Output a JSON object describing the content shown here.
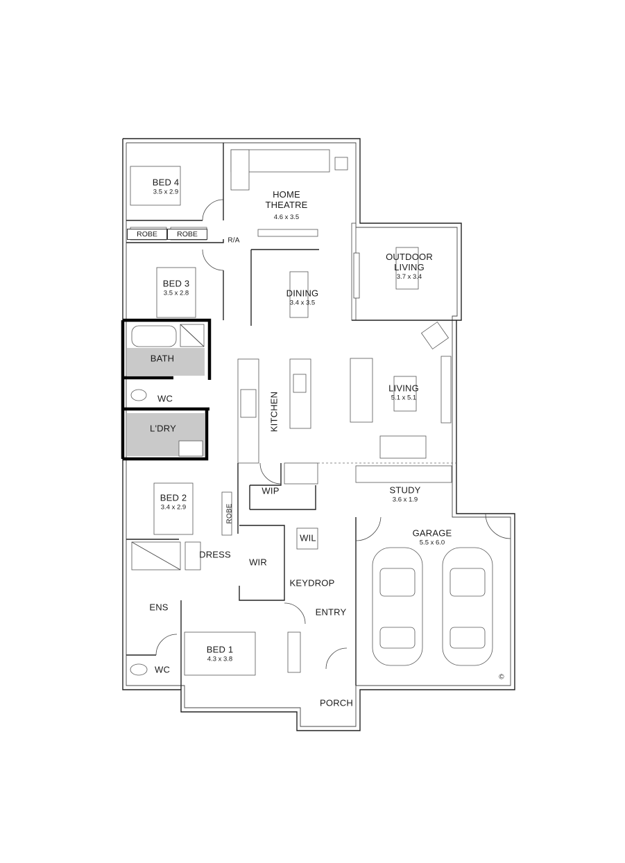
{
  "rooms": {
    "bed4": {
      "name": "BED 4",
      "dims": "3.5 x 2.9"
    },
    "robe1": {
      "name": "ROBE"
    },
    "robe2": {
      "name": "ROBE"
    },
    "ra": {
      "name": "R/A"
    },
    "home_theatre": {
      "name_line1": "HOME",
      "name_line2": "THEATRE",
      "dims": "4.6 x 3.5"
    },
    "outdoor_living": {
      "name_line1": "OUTDOOR",
      "name_line2": "LIVING",
      "dims": "3.7 x 3.4"
    },
    "bed3": {
      "name": "BED 3",
      "dims": "3.5 x 2.8"
    },
    "dining": {
      "name": "DINING",
      "dims": "3.4 x 3.5"
    },
    "bath": {
      "name": "BATH"
    },
    "wc1": {
      "name": "WC"
    },
    "kitchen": {
      "name": "KITCHEN"
    },
    "living": {
      "name": "LIVING",
      "dims": "5.1 x 5.1"
    },
    "laundry": {
      "name": "L'DRY"
    },
    "bed2": {
      "name": "BED 2",
      "dims": "3.4 x 2.9"
    },
    "robe3": {
      "name": "ROBE"
    },
    "wip": {
      "name": "WIP"
    },
    "study": {
      "name": "STUDY",
      "dims": "3.6 x 1.9"
    },
    "garage": {
      "name": "GARAGE",
      "dims": "5.5 x 6.0"
    },
    "wil": {
      "name": "WIL"
    },
    "dress": {
      "name": "DRESS"
    },
    "wir": {
      "name": "WIR"
    },
    "keydrop": {
      "name": "KEYDROP"
    },
    "ens": {
      "name": "ENS"
    },
    "entry": {
      "name": "ENTRY"
    },
    "bed1": {
      "name": "BED 1",
      "dims": "4.3 x 3.8"
    },
    "wc2": {
      "name": "WC"
    },
    "porch": {
      "name": "PORCH"
    }
  },
  "copyright": "©"
}
